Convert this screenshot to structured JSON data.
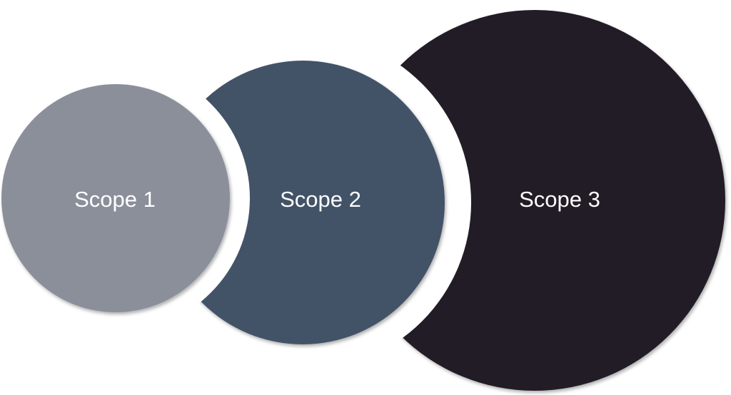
{
  "diagram": {
    "circles": [
      {
        "label": "Scope 1",
        "color": "#8b8f9a"
      },
      {
        "label": "Scope 2",
        "color": "#435268"
      },
      {
        "label": "Scope 3",
        "color": "#201e25"
      }
    ]
  }
}
